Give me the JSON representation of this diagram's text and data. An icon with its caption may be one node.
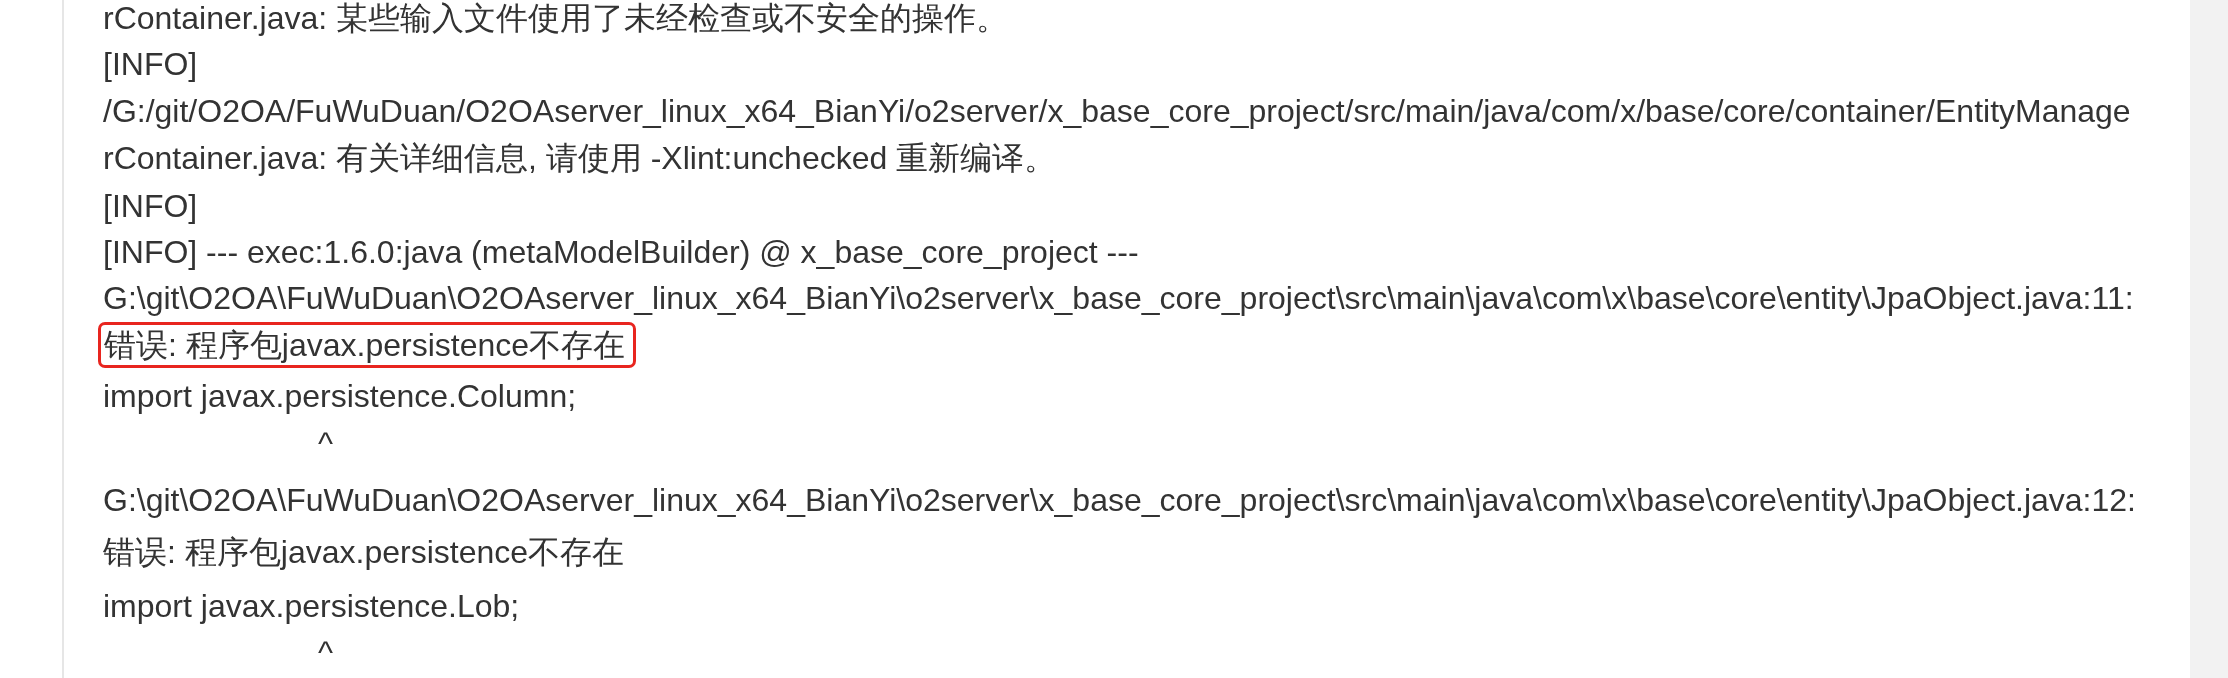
{
  "diagram": {
    "nodes": [
      {
        "text": [
          "错误: 程序包javax.persistence不存在"
        ]
      }
    ],
    "labels": [
      "rContainer.java: 某些输入文件使用了未经检查或不安全的操作。",
      "[INFO]",
      "/G:/git/O2OA/FuWuDuan/O2OAserver_linux_x64_BianYi/o2server/x_base_core_project/src/main/java/com/x/base/core/container/EntityManage",
      "rContainer.java: 有关详细信息, 请使用 -Xlint:unchecked 重新编译。",
      "[INFO]",
      "[INFO] --- exec:1.6.0:java (metaModelBuilder) @ x_base_core_project ---",
      "G:\\git\\O2OA\\FuWuDuan\\O2OAserver_linux_x64_BianYi\\o2server\\x_base_core_project\\src\\main\\java\\com\\x\\base\\core\\entity\\JpaObject.java:11:",
      "import javax.persistence.Column;",
      "^",
      "G:\\git\\O2OA\\FuWuDuan\\O2OAserver_linux_x64_BianYi\\o2server\\x_base_core_project\\src\\main\\java\\com\\x\\base\\core\\entity\\JpaObject.java:12:",
      "错误: 程序包javax.persistence不存在",
      "import javax.persistence.Lob;",
      "^"
    ]
  }
}
